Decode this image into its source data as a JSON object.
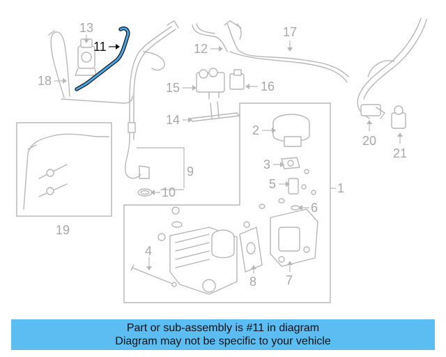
{
  "diagram": {
    "highlighted_part": "11",
    "callouts": {
      "c1": "1",
      "c2": "2",
      "c3": "3",
      "c4": "4",
      "c5": "5",
      "c6": "6",
      "c7": "7",
      "c8": "8",
      "c9": "9",
      "c10": "10",
      "c11": "11",
      "c12": "12",
      "c13": "13",
      "c14": "14",
      "c15": "15",
      "c16": "16",
      "c17": "17",
      "c18": "18",
      "c19": "19",
      "c20": "20",
      "c21": "21"
    },
    "colors": {
      "linework": "#b7b7b7",
      "highlight_fill": "#49a6e6",
      "highlight_outline": "#1a1a1a",
      "banner": "#5bbdf2"
    }
  },
  "banner": {
    "line1": "Part or sub-assembly is #11 in diagram",
    "line2": "Diagram may not be specific to your vehicle"
  }
}
